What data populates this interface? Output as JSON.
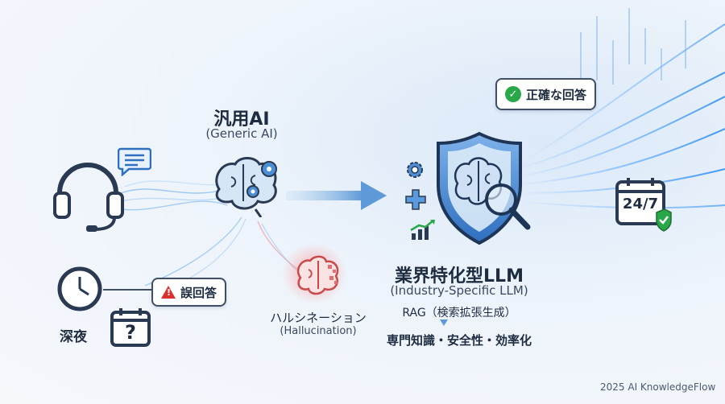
{
  "generic_ai": {
    "title": "汎用AI",
    "subtitle": "(Generic AI)"
  },
  "night": {
    "label": "深夜"
  },
  "error_bubble": {
    "label": "誤回答"
  },
  "hallucination": {
    "title": "ハルシネーション",
    "subtitle": "(Hallucination)"
  },
  "industry_llm": {
    "title": "業界特化型LLM",
    "subtitle": "(Industry-Specific LLM)",
    "rag": "RAG（検索拡張生成）",
    "benefits": "専門知識・安全性・効率化"
  },
  "correct_bubble": {
    "label": "正確な回答"
  },
  "calendar_247": {
    "label": "24/7"
  },
  "calendar_question": {
    "label": "?"
  },
  "footer": {
    "text": "2025 AI KnowledgeFlow"
  },
  "colors": {
    "accent_blue": "#2f6fbf",
    "dark_navy": "#1e2c40",
    "alert_red": "#d8322f",
    "success_green": "#29a84a"
  }
}
